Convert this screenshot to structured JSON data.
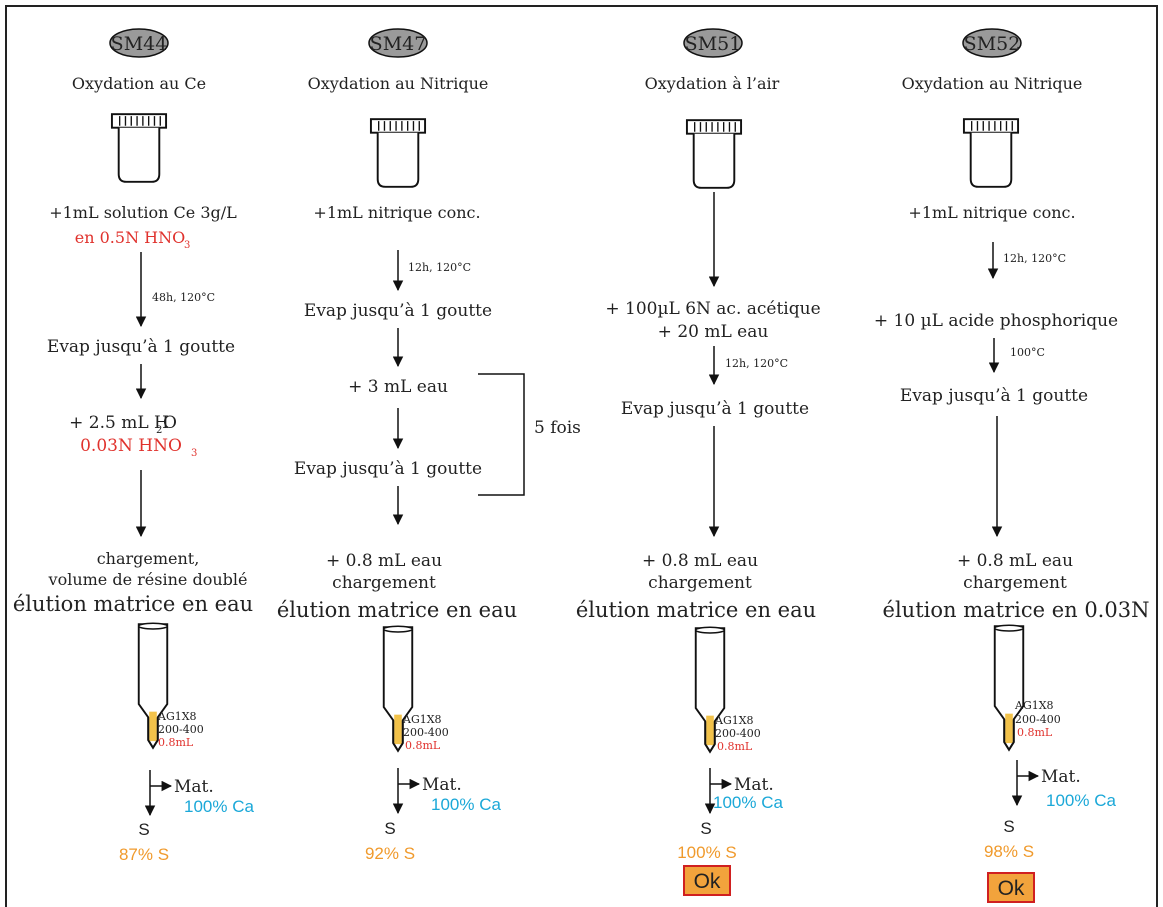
{
  "colors": {
    "label_fill": "#9a9a9a",
    "accent_red": "#e0322d",
    "accent_blue": "#1ba8d8",
    "accent_orange": "#f09a2c",
    "resin_yellow": "#f2c24a",
    "ok_fill": "#f2a33c",
    "ok_border": "#d02020"
  },
  "icons": [
    "sample-vial-icon",
    "resin-column-icon",
    "arrow-icon"
  ],
  "columns": [
    {
      "id": "SM44",
      "method": "Oxydation au Ce",
      "steps": [
        "+1mL solution Ce 3g/L",
        "en 0.5N HNO",
        "3",
        "48h, 120°C",
        "Evap jusqu’à 1 goutte",
        "+ 2.5 mL H",
        "2",
        "O",
        "0.03N HNO",
        "3",
        "chargement,",
        "volume de résine doublé",
        "élution matrice en eau"
      ],
      "resin": [
        "AG1X8",
        "200-400",
        "0.8mL"
      ],
      "mat": "Mat.",
      "ca": "100% Ca",
      "s": "S",
      "yield": "87% S"
    },
    {
      "id": "SM47",
      "method": "Oxydation au Nitrique",
      "steps": [
        "+1mL nitrique conc.",
        "12h, 120°C",
        "Evap jusqu’à 1 goutte",
        "+ 3 mL eau",
        "Evap jusqu’à 1 goutte",
        "5 fois",
        "+ 0.8 mL eau",
        "chargement",
        "élution matrice en eau"
      ],
      "resin": [
        "AG1X8",
        "200-400",
        "0.8mL"
      ],
      "mat": "Mat.",
      "ca": "100% Ca",
      "s": "S",
      "yield": "92% S"
    },
    {
      "id": "SM51",
      "method": "Oxydation à l’air",
      "steps": [
        "+ 100µL 6N ac. acétique",
        "+ 20 mL eau",
        "12h, 120°C",
        "Evap jusqu’à 1 goutte",
        "+ 0.8 mL eau",
        "chargement",
        "élution matrice en eau"
      ],
      "resin": [
        "AG1X8",
        "200-400",
        "0.8mL"
      ],
      "mat": "Mat.",
      "ca": "100% Ca",
      "s": "S",
      "yield": "100% S",
      "ok": "Ok"
    },
    {
      "id": "SM52",
      "method": "Oxydation au Nitrique",
      "steps": [
        "+1mL nitrique conc.",
        "12h, 120°C",
        "+ 10 µL acide phosphorique",
        "100°C",
        "Evap jusqu’à 1 goutte",
        "+ 0.8 mL eau",
        "chargement",
        "élution matrice en 0.03N"
      ],
      "resin": [
        "AG1X8",
        "200-400",
        "0.8mL"
      ],
      "mat": "Mat.",
      "ca": "100% Ca",
      "s": "S",
      "yield": "98% S",
      "ok": "Ok"
    }
  ]
}
